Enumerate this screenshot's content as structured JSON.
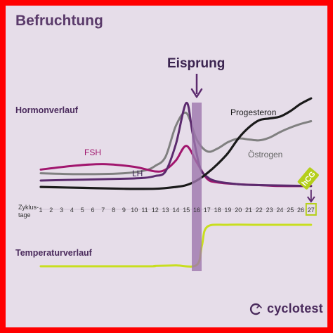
{
  "title": "Befruchtung",
  "ovulation_label": "Eisprung",
  "sections": {
    "hormones": "Hormonverlauf",
    "cycle_days": "Zyklus-\ntage",
    "temperature": "Temperaturverlauf"
  },
  "brand": {
    "name": "cyclotest",
    "icon": "cyclotest-logo-icon"
  },
  "colors": {
    "background": "#e6dde9",
    "border": "#ff0000",
    "fsh": "#a1166e",
    "lh": "#5c2a6e",
    "progesterone": "#1a1a1a",
    "estrogen": "#808080",
    "temperature": "#c8de1f",
    "ovulation_band": "#9d77ad",
    "hcg": "#b5cf1a"
  },
  "chart_data": {
    "type": "line",
    "title": "Befruchtung",
    "x_label": "Zyklus-\ntage",
    "x": [
      1,
      2,
      3,
      4,
      5,
      6,
      7,
      8,
      9,
      10,
      11,
      12,
      13,
      14,
      15,
      16,
      17,
      18,
      19,
      20,
      21,
      22,
      23,
      24,
      25,
      26,
      27
    ],
    "xlim": [
      1,
      27
    ],
    "ovulation_day": 16,
    "annotation": "Eisprung",
    "hormone_panel": "Hormonverlauf",
    "temperature_panel": "Temperaturverlauf",
    "hcg_label": "hCG",
    "hcg_day": 27,
    "series": [
      {
        "name": "FSH",
        "color": "#a1166e",
        "ylim": [
          0,
          100
        ],
        "values": [
          [
            1,
            22
          ],
          [
            4,
            26
          ],
          [
            7,
            28
          ],
          [
            10,
            25
          ],
          [
            12,
            20
          ],
          [
            13,
            22
          ],
          [
            14,
            32
          ],
          [
            15,
            48
          ],
          [
            16,
            30
          ],
          [
            17,
            12
          ],
          [
            18,
            8
          ],
          [
            20,
            6
          ],
          [
            22,
            5
          ],
          [
            24,
            4
          ],
          [
            27,
            4
          ]
        ]
      },
      {
        "name": "LH",
        "color": "#5c2a6e",
        "ylim": [
          0,
          100
        ],
        "values": [
          [
            1,
            10
          ],
          [
            5,
            11
          ],
          [
            9,
            12
          ],
          [
            11,
            13
          ],
          [
            12,
            15
          ],
          [
            13,
            20
          ],
          [
            14,
            50
          ],
          [
            15,
            95
          ],
          [
            15.6,
            62
          ],
          [
            16.3,
            25
          ],
          [
            17,
            14
          ],
          [
            18,
            9
          ],
          [
            20,
            6
          ],
          [
            22,
            5
          ],
          [
            27,
            4
          ]
        ]
      },
      {
        "name": "Östrogen",
        "color": "#808080",
        "ylim": [
          0,
          100
        ],
        "values": [
          [
            1,
            18
          ],
          [
            5,
            17
          ],
          [
            9,
            18
          ],
          [
            11,
            21
          ],
          [
            12,
            26
          ],
          [
            13,
            36
          ],
          [
            14,
            70
          ],
          [
            15,
            84
          ],
          [
            16,
            55
          ],
          [
            17,
            42
          ],
          [
            18,
            45
          ],
          [
            19,
            52
          ],
          [
            20,
            56
          ],
          [
            21,
            55
          ],
          [
            22,
            54
          ],
          [
            23,
            57
          ],
          [
            24,
            63
          ],
          [
            25,
            68
          ],
          [
            26,
            72
          ],
          [
            27,
            75
          ]
        ]
      },
      {
        "name": "Progesteron",
        "color": "#1a1a1a",
        "ylim": [
          0,
          100
        ],
        "values": [
          [
            1,
            3
          ],
          [
            5,
            2
          ],
          [
            9,
            1
          ],
          [
            12,
            1
          ],
          [
            14,
            3
          ],
          [
            15,
            5
          ],
          [
            16,
            10
          ],
          [
            17,
            18
          ],
          [
            18,
            28
          ],
          [
            19,
            40
          ],
          [
            20,
            56
          ],
          [
            21,
            68
          ],
          [
            22,
            76
          ],
          [
            23,
            78
          ],
          [
            24,
            80
          ],
          [
            25,
            86
          ],
          [
            26,
            94
          ],
          [
            27,
            100
          ]
        ]
      },
      {
        "name": "Temperaturverlauf",
        "color": "#c8de1f",
        "ylim": [
          0,
          1
        ],
        "values": [
          [
            1,
            0
          ],
          [
            11,
            0
          ],
          [
            12,
            0.01
          ],
          [
            14,
            0.02
          ],
          [
            16,
            0.03
          ],
          [
            16.5,
            0.5
          ],
          [
            17,
            0.95
          ],
          [
            19,
            1
          ],
          [
            22,
            1
          ],
          [
            27,
            1
          ]
        ]
      }
    ]
  }
}
